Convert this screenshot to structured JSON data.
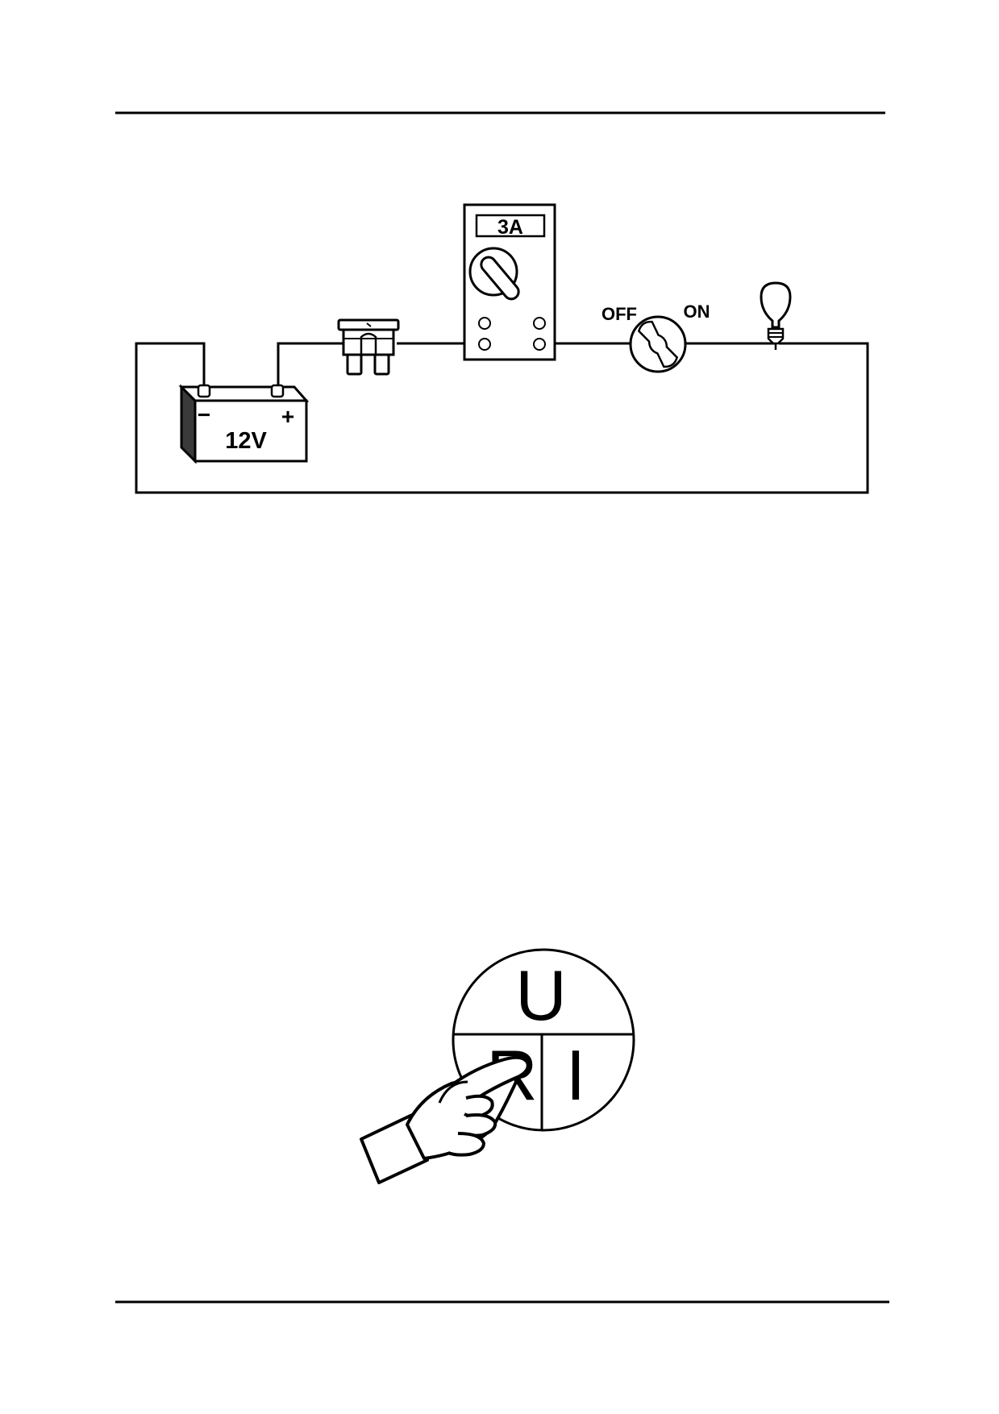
{
  "circuit": {
    "meter_reading": "3A",
    "battery_voltage": "12V",
    "battery_negative": "−",
    "battery_positive": "+",
    "switch_off_label": "OFF",
    "switch_on_label": "ON"
  },
  "ohms_law_wheel": {
    "top_letter": "U",
    "bottom_left_letter": "R",
    "bottom_right_letter": "I",
    "pointer_icon": "pointing-hand-icon"
  },
  "colors": {
    "ink": "#000000",
    "battery_side": "#3a3a3a",
    "paper": "#ffffff"
  }
}
